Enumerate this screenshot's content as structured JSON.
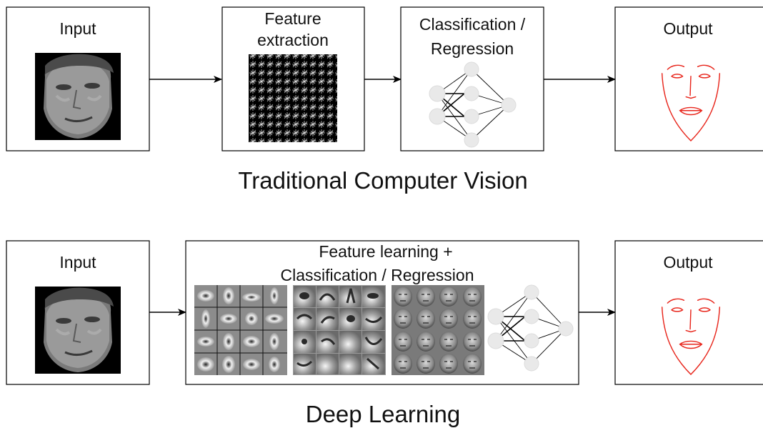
{
  "traditional": {
    "input_label": "Input",
    "feature_label_line1": "Feature",
    "feature_label_line2": "extraction",
    "classify_line1": "Classification /",
    "classify_line2": "Regression",
    "output_label": "Output",
    "section_title": "Traditional Computer Vision"
  },
  "deep": {
    "input_label": "Input",
    "learning_line1": "Feature learning +",
    "learning_line2": "Classification / Regression",
    "output_label": "Output",
    "section_title": "Deep Learning"
  },
  "colors": {
    "landmarks": "#e8261c",
    "node_fill": "#e9e9e9"
  }
}
